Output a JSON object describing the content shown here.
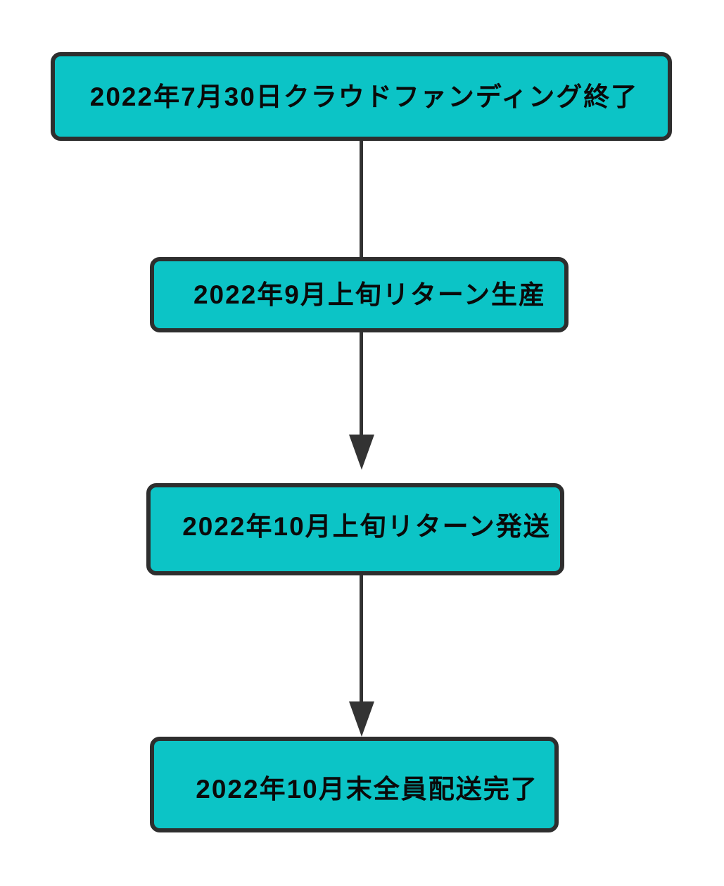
{
  "theme": {
    "canvas-bg": "#ffffff",
    "node-fill": "#0cc4c6",
    "node-border": "#2e2e2e",
    "node-text": "#0a0a0a",
    "arrow-color": "#333333"
  },
  "diagram": {
    "type": "flowchart",
    "direction": "top-down",
    "nodes": [
      {
        "id": "step-1",
        "label": "2022年7月30日クラウドファンディング終了"
      },
      {
        "id": "step-2",
        "label": "2022年9月上旬リターン生産"
      },
      {
        "id": "step-3",
        "label": "2022年10月上旬リターン発送"
      },
      {
        "id": "step-4",
        "label": "2022年10月末全員配送完了"
      }
    ],
    "edges": [
      {
        "from": "step-1",
        "to": "step-2",
        "arrowhead": false
      },
      {
        "from": "step-2",
        "to": "step-3",
        "arrowhead": true
      },
      {
        "from": "step-3",
        "to": "step-4",
        "arrowhead": true
      }
    ]
  }
}
